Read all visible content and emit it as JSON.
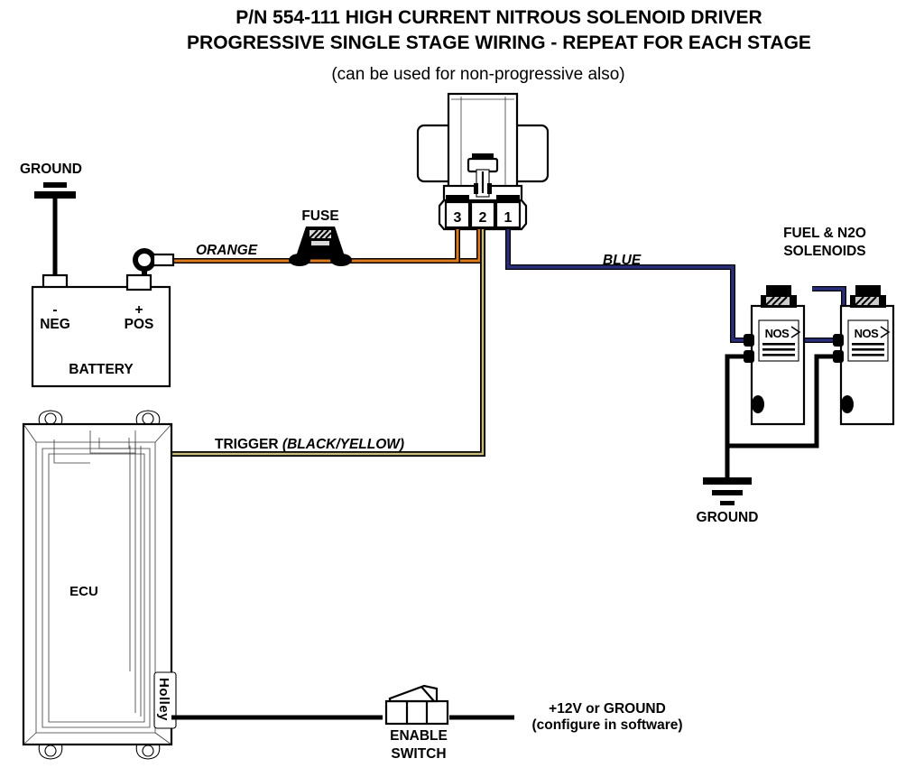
{
  "title": {
    "line1": "P/N 554-111 HIGH CURRENT NITROUS SOLENOID DRIVER",
    "line2": "PROGRESSIVE SINGLE STAGE WIRING - REPEAT FOR EACH STAGE",
    "line3": "(can be used for non-progressive also)"
  },
  "labels": {
    "ground_top": "GROUND",
    "ground_bottom": "GROUND",
    "fuse": "FUSE",
    "orange_wire": "ORANGE",
    "blue_wire": "BLUE",
    "trigger_prefix": "TRIGGER ",
    "trigger_color": "(BLACK/YELLOW)",
    "solenoids_line1": "FUEL & N2O",
    "solenoids_line2": "SOLENOIDS",
    "enable_switch_line1": "ENABLE",
    "enable_switch_line2": "SWITCH",
    "switch_feed_line1": "+12V or GROUND",
    "switch_feed_line2": "(configure in software)",
    "ecu": "ECU",
    "ecu_brand": "Holley",
    "solenoid_brand": "NOS"
  },
  "battery": {
    "name": "BATTERY",
    "neg_sign": "-",
    "neg_label": "NEG",
    "pos_sign": "+",
    "pos_label": "POS"
  },
  "connector": {
    "terminals": [
      {
        "number": "3",
        "wire": "orange"
      },
      {
        "number": "2",
        "wire": "black-yellow"
      },
      {
        "number": "1",
        "wire": "blue"
      }
    ]
  },
  "colors": {
    "orange": "#E07A1F",
    "blue": "#2A2F7A",
    "yellow": "#C9BC7A",
    "black": "#000000",
    "white": "#FFFFFF",
    "line": "#000000"
  }
}
